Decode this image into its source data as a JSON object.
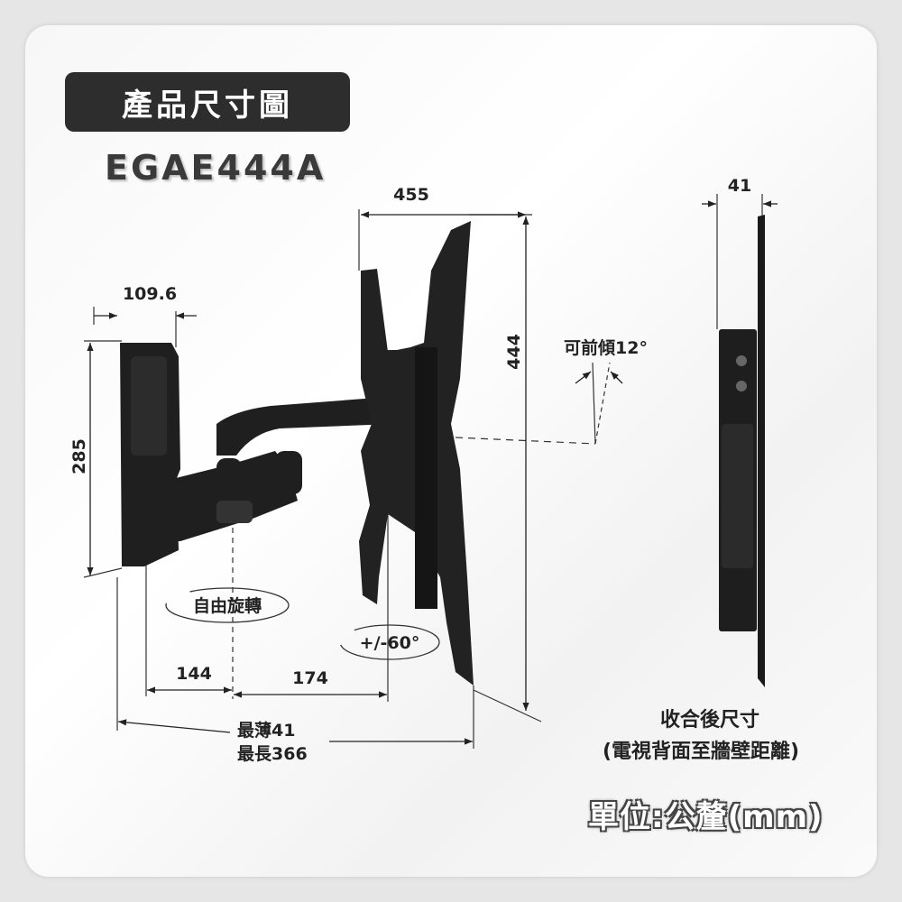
{
  "header": {
    "title": "產品尺寸圖",
    "model": "EGAE444A"
  },
  "dimensions": {
    "plate_width": "455",
    "plate_height": "444",
    "wall_plate_width": "109.6",
    "wall_plate_height": "285",
    "arm_segment_1": "144",
    "arm_segment_2": "174",
    "min_depth": "最薄41",
    "max_depth": "最長366",
    "folded_depth": "41"
  },
  "annotations": {
    "tilt": "可前傾12°",
    "swivel": "自由旋轉",
    "rotation": "+/-60°",
    "folded_title": "收合後尺寸",
    "folded_subtitle": "(電視背面至牆壁距離)",
    "unit": "單位:公釐(mm)"
  },
  "colors": {
    "badge": "#2d2d2d",
    "product": "#1e1e1e"
  }
}
